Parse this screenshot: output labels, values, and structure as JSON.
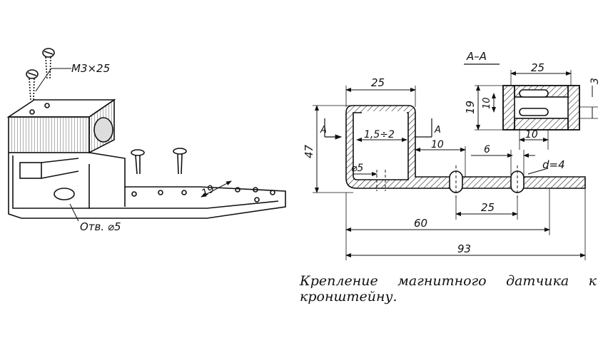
{
  "left_view": {
    "screw_label": "М3×25",
    "hole_label": "Отв. ⌀5",
    "width_label": "19"
  },
  "section_view": {
    "section_title": "А–А",
    "dim_width_top": "25",
    "dim_height": "19",
    "dim_slot_height": "10",
    "dim_thickness": "3",
    "dim_slot_width": "10"
  },
  "front_view": {
    "dim_top_width": "25",
    "dim_height": "47",
    "section_mark_left": "А",
    "section_mark_right": "А",
    "dim_gap": "1,5÷2",
    "dim_hole_dia": "⌀5",
    "dim_offset_10": "10",
    "dim_offset_6": "6",
    "dim_d": "d=4",
    "dim_slot_spacing": "25",
    "dim_60": "60",
    "dim_93": "93"
  },
  "caption": {
    "line1": "Крепление магнитного датчика к",
    "line2": "кронштейну."
  }
}
